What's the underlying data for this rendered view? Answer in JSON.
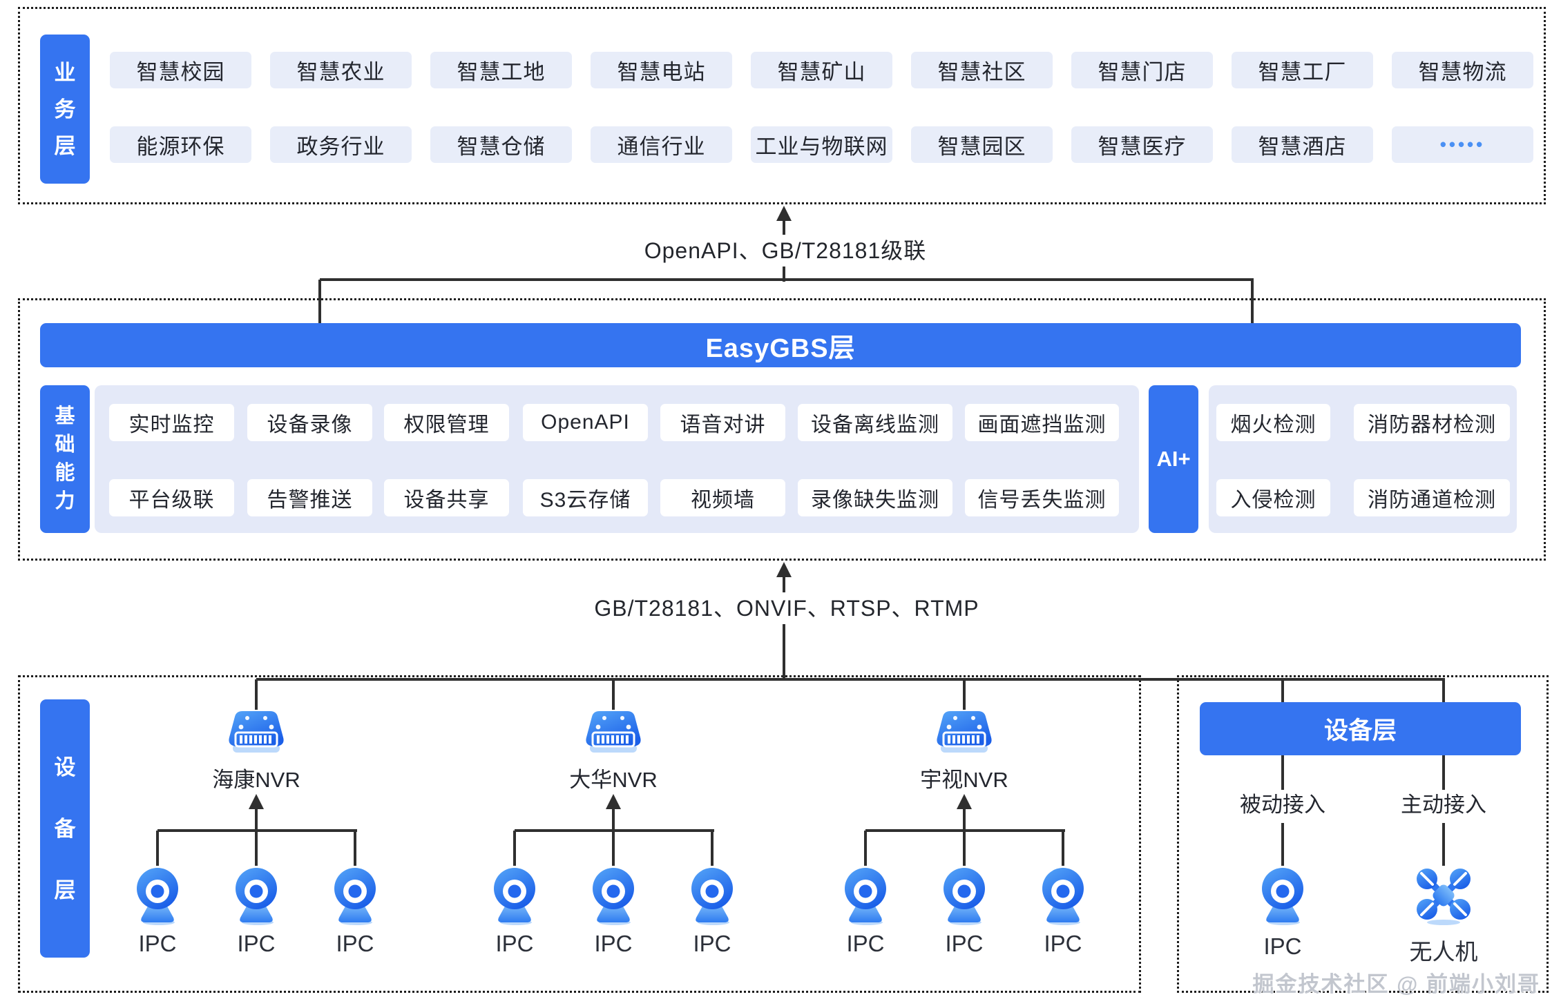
{
  "colors": {
    "primary": "#3574f0",
    "business_pill_bg": "#e8edf9",
    "capability_panel_bg": "#e4e9f8",
    "text_dark": "#23262e",
    "line": "#2f2f2f",
    "watermark": "#c2c6ce"
  },
  "business_layer": {
    "tab": "业务层",
    "rows": [
      [
        "智慧校园",
        "智慧农业",
        "智慧工地",
        "智慧电站",
        "智慧矿山",
        "智慧社区",
        "智慧门店",
        "智慧工厂",
        "智慧物流"
      ],
      [
        "能源环保",
        "政务行业",
        "智慧仓储",
        "通信行业",
        "工业与物联网",
        "智慧园区",
        "智慧医疗",
        "智慧酒店",
        "•••••"
      ]
    ]
  },
  "connectors": {
    "top_label": "OpenAPI、GB/T28181级联",
    "bottom_label": "GB/T28181、ONVIF、RTSP、RTMP"
  },
  "platform_layer": {
    "title": "EasyGBS层",
    "tab": "基础能力",
    "capability_rows": [
      [
        "实时监控",
        "设备录像",
        "权限管理",
        "OpenAPI",
        "语音对讲",
        "设备离线监测",
        "画面遮挡监测"
      ],
      [
        "平台级联",
        "告警推送",
        "设备共享",
        "S3云存储",
        "视频墙",
        "录像缺失监测",
        "信号丢失监测"
      ]
    ],
    "ai_tab": "AI+",
    "ai_rows": [
      [
        "烟火检测",
        "消防器材检测"
      ],
      [
        "入侵检测",
        "消防通道检测"
      ]
    ]
  },
  "device_layer": {
    "tab": "设备层",
    "nvr_groups": [
      {
        "name": "海康NVR",
        "cameras": [
          "IPC",
          "IPC",
          "IPC"
        ]
      },
      {
        "name": "大华NVR",
        "cameras": [
          "IPC",
          "IPC",
          "IPC"
        ]
      },
      {
        "name": "宇视NVR",
        "cameras": [
          "IPC",
          "IPC",
          "IPC"
        ]
      }
    ],
    "access_panel": {
      "header": "设备层",
      "columns": [
        {
          "label": "被动接入",
          "device": "IPC",
          "icon": "ipc-camera"
        },
        {
          "label": "主动接入",
          "device": "无人机",
          "icon": "drone"
        }
      ]
    }
  },
  "watermark": "掘金技术社区 @ 前端小刘哥"
}
